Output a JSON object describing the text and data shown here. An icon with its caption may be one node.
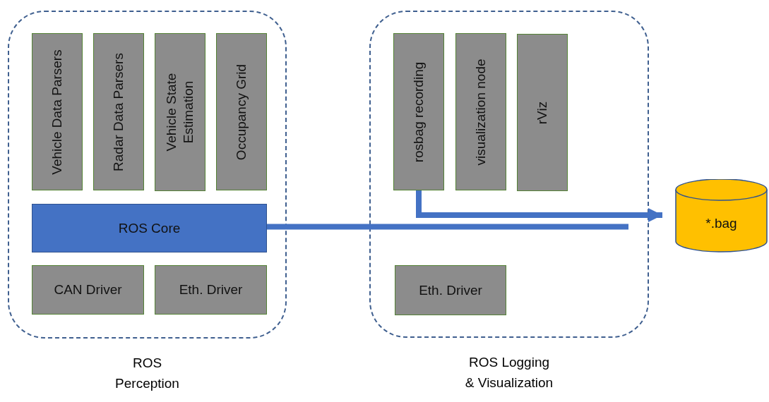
{
  "diagram": {
    "nodes": [
      {
        "text": [
          "ROS Perception"
        ]
      },
      {
        "text": [
          "Vehicle Data Parsers"
        ],
        "in": 0
      },
      {
        "text": [
          "Radar Data Parsers"
        ],
        "in": 0
      },
      {
        "text": [
          "Vehicle State Estimation"
        ],
        "in": 0
      },
      {
        "text": [
          "Occupancy Grid"
        ],
        "in": 0
      },
      {
        "text": [
          "ROS Core"
        ],
        "in": 0
      },
      {
        "text": [
          "CAN Driver"
        ],
        "in": 0
      },
      {
        "text": [
          "Eth. Driver"
        ],
        "in": 0
      },
      {
        "text": [
          "ROS Logging & Visualization"
        ]
      },
      {
        "text": [
          "rosbag recording"
        ],
        "in": 8
      },
      {
        "text": [
          "visualization node"
        ],
        "in": 8
      },
      {
        "text": [
          "rViz"
        ],
        "in": 8
      },
      {
        "text": [
          "Eth. Driver"
        ],
        "in": 8
      },
      {
        "text": [
          "*.bag"
        ]
      }
    ],
    "edges": [
      {
        "from": 5,
        "to": null,
        "arrow": "none"
      },
      {
        "from": 9,
        "to": 13,
        "arrow": "to"
      }
    ]
  }
}
